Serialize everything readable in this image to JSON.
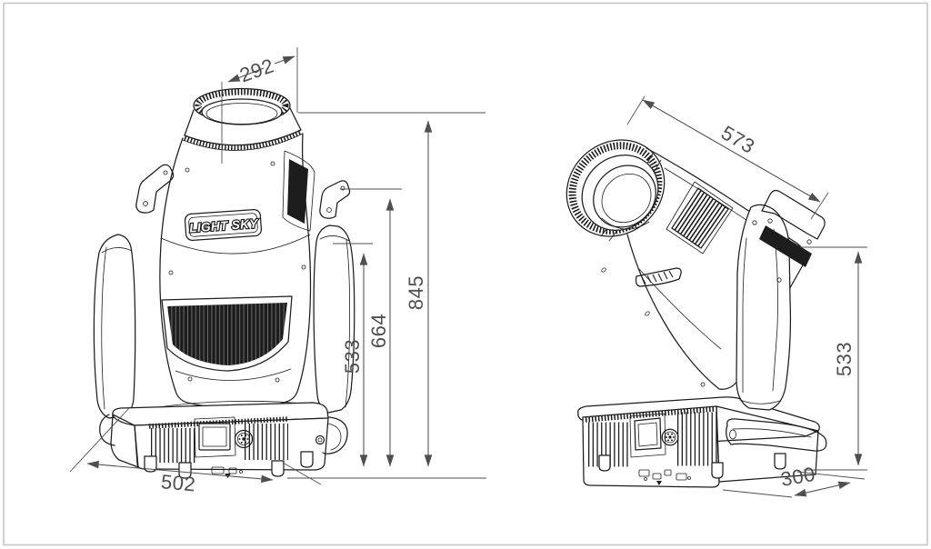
{
  "drawing": {
    "background": "#ffffff",
    "frame_color": "#c6c6c6",
    "line_color": "#1d1d1d",
    "dimension_color": "#4f4f4f",
    "logo_text": "LIGHT SKY"
  },
  "front_view": {
    "dimensions": {
      "lens_diameter": "292",
      "overall_height": "845",
      "handle_height": "664",
      "arm_height": "533",
      "base_width": "502"
    }
  },
  "side_view": {
    "dimensions": {
      "head_length": "573",
      "arm_height": "533",
      "base_depth": "300"
    }
  }
}
